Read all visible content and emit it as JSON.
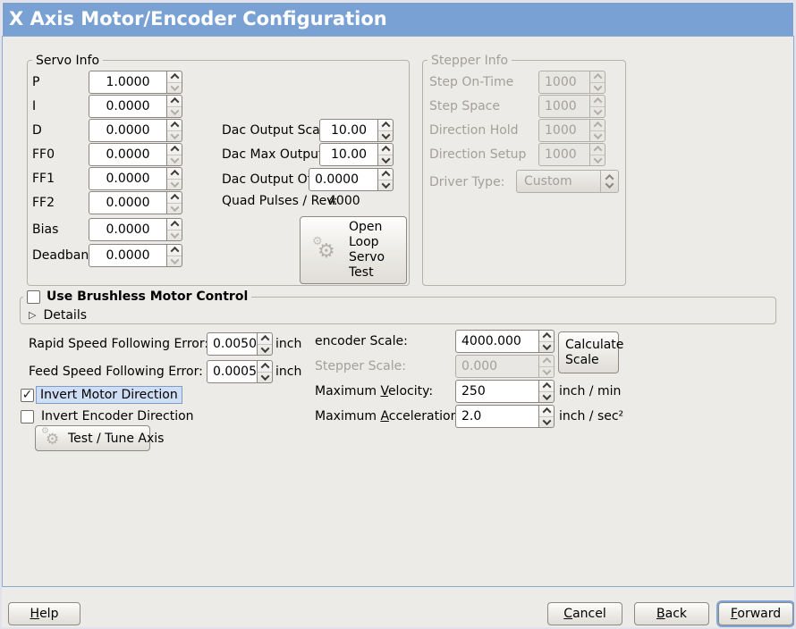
{
  "icons": {
    "gear": "⚙",
    "check": "✓",
    "expander": "▷"
  },
  "colors": {
    "titlebar_blue": "#7aa1d4",
    "window_background": "#edebe7",
    "content_border_blue": "#8cabd1",
    "selection_highlight": "#cfdef5"
  },
  "titlebar": {
    "title": "X Axis Motor/Encoder Configuration"
  },
  "servo_info": {
    "title": "Servo Info",
    "fields": [
      {
        "label": "P",
        "value": "1.0000"
      },
      {
        "label": "I",
        "value": "0.0000"
      },
      {
        "label": "D",
        "value": "0.0000"
      },
      {
        "label": "FF0",
        "value": "0.0000"
      },
      {
        "label": "FF1",
        "value": "0.0000"
      },
      {
        "label": "FF2",
        "value": "0.0000"
      },
      {
        "label": "Bias",
        "value": "0.0000"
      },
      {
        "label": "Deadband",
        "value": "0.0000"
      }
    ],
    "dac_fields": [
      {
        "label": "Dac Output Scale:",
        "value": "10.00"
      },
      {
        "label": "Dac Max Output:",
        "value": "10.00"
      },
      {
        "label": "Dac Output Offset:",
        "value": "0.0000"
      }
    ],
    "quad_pulses_label": "Quad Pulses / Rev:",
    "quad_pulses_value": "4000",
    "open_loop_test_button": "Open\nLoop\nServo\nTest"
  },
  "stepper_info": {
    "title": "Stepper Info",
    "fields": [
      {
        "label": "Step On-Time",
        "value": "1000"
      },
      {
        "label": "Step Space",
        "value": "1000"
      },
      {
        "label": "Direction Hold",
        "value": "1000"
      },
      {
        "label": "Direction Setup",
        "value": "1000"
      }
    ],
    "driver_type_label": "Driver Type:",
    "driver_type_value": "Custom"
  },
  "brushless": {
    "label": "Use Brushless Motor Control",
    "details_label": "Details"
  },
  "following_error": {
    "rapid": {
      "label": "Rapid Speed Following Error:",
      "value": "0.0050",
      "unit": "inch"
    },
    "feed": {
      "label": "Feed Speed Following Error:",
      "value": "0.0005",
      "unit": "inch"
    }
  },
  "scaling": {
    "encoder_label": "encoder Scale:",
    "encoder_value": "4000.000",
    "calculate_button": "Calculate\nScale",
    "stepper_label": "Stepper Scale:",
    "stepper_value": "0.000",
    "velocity_label_pre": "Maximum ",
    "velocity_label_key": "V",
    "velocity_label_post": "elocity:",
    "velocity_value": "250",
    "velocity_unit": "inch / min",
    "accel_label_pre": "Maximum ",
    "accel_label_key": "A",
    "accel_label_post": "cceleration:",
    "accel_value": "2.0",
    "accel_unit": "inch / sec²"
  },
  "direction": {
    "invert_motor_label": "Invert Motor Direction",
    "invert_encoder_label": "Invert Encoder Direction"
  },
  "test_tune_button": "Test / Tune Axis",
  "footer": {
    "help_key": "H",
    "help_rest": "elp",
    "cancel_key": "C",
    "cancel_rest": "ancel",
    "back_key": "B",
    "back_rest": "ack",
    "forward_key": "F",
    "forward_rest": "orward"
  }
}
